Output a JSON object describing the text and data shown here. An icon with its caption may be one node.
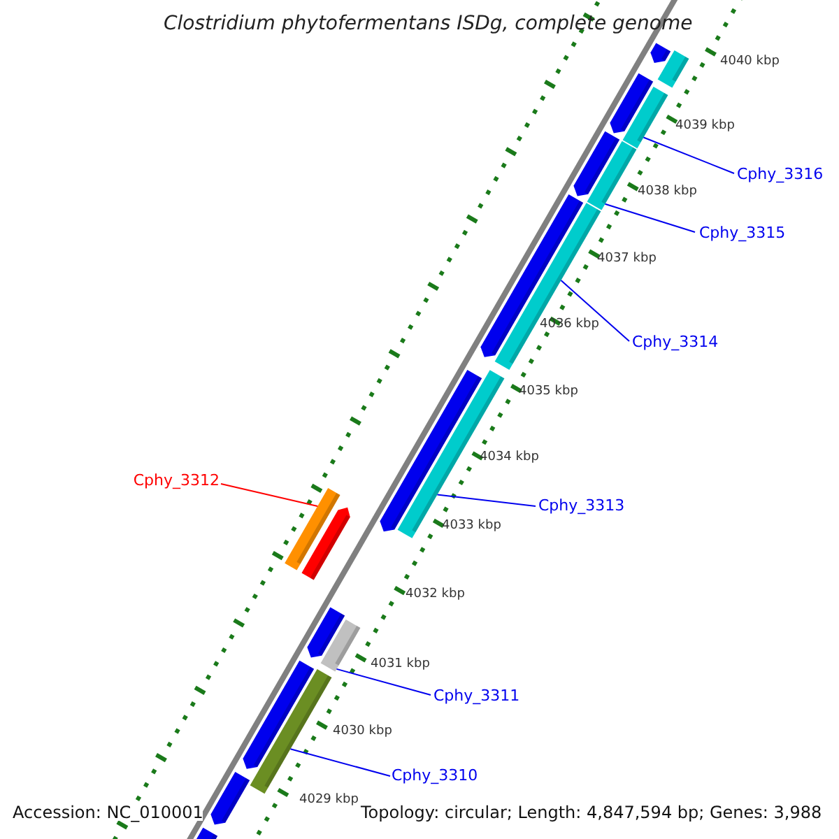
{
  "diagram": {
    "title": "Clostridium phytofermentans ISDg, complete genome",
    "nodes": [
      {
        "text": [
          "Cphy_3316"
        ]
      },
      {
        "text": [
          "Cphy_3315"
        ]
      },
      {
        "text": [
          "Cphy_3314"
        ]
      },
      {
        "text": [
          "Cphy_3312"
        ]
      },
      {
        "text": [
          "Cphy_3313"
        ]
      },
      {
        "text": [
          "Cphy_3311"
        ]
      },
      {
        "text": [
          "Cphy_3310"
        ]
      },
      {
        "text": [],
        "shape": "bar"
      },
      {
        "text": [],
        "shape": "bar"
      },
      {
        "text": [],
        "shape": "bar"
      },
      {
        "text": [],
        "shape": "bar"
      },
      {
        "text": [],
        "shape": "bar"
      },
      {
        "text": [],
        "shape": "bar"
      },
      {
        "text": [],
        "shape": "bar"
      },
      {
        "text": [],
        "shape": "bar"
      },
      {
        "text": [],
        "shape": "bar"
      },
      {
        "text": [],
        "shape": "bar"
      },
      {
        "text": [],
        "shape": "bar"
      },
      {
        "text": [],
        "shape": "bar"
      },
      {
        "text": [],
        "shape": "bar"
      },
      {
        "text": [],
        "shape": "bar"
      },
      {
        "text": [],
        "shape": "bar"
      },
      {
        "text": [],
        "shape": "bar"
      },
      {
        "text": [],
        "shape": "bar"
      },
      {
        "text": [],
        "shape": "bar"
      }
    ],
    "edges": [
      {
        "from": 0,
        "to": 10,
        "arrow": "none"
      },
      {
        "from": 1,
        "to": 12,
        "arrow": "none"
      },
      {
        "from": 2,
        "to": 14,
        "arrow": "none"
      },
      {
        "from": 3,
        "to": 17,
        "arrow": "none",
        "color": "#ff0000"
      },
      {
        "from": 4,
        "to": 16,
        "arrow": "none"
      },
      {
        "from": 5,
        "to": 20,
        "arrow": "none"
      },
      {
        "from": 6,
        "to": 22,
        "arrow": "none"
      }
    ],
    "labels": [
      "4040 kbp",
      "4039 kbp",
      "4038 kbp",
      "4037 kbp",
      "4036 kbp",
      "4035 kbp",
      "4034 kbp",
      "4033 kbp",
      "4032 kbp",
      "4031 kbp",
      "4030 kbp",
      "4029 kbp",
      "Accession: NC_010001",
      "Topology: circular; Length: 4,847,594 bp; Genes: 3,988"
    ]
  }
}
